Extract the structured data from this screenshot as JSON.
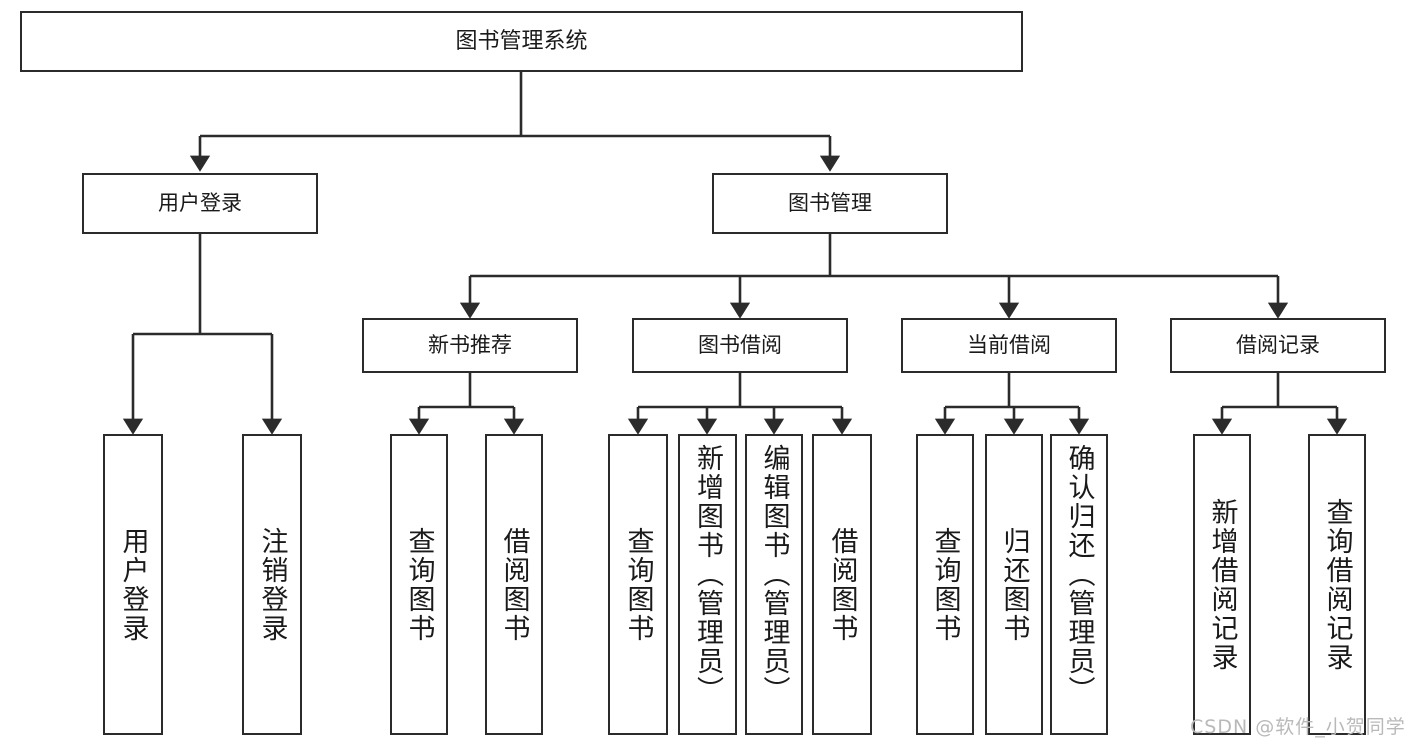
{
  "diagram": {
    "title": "图书管理系统",
    "type": "tree-hierarchy",
    "root": {
      "id": "root",
      "label": "图书管理系统"
    },
    "level2": [
      {
        "id": "user-login",
        "label": "用户登录"
      },
      {
        "id": "book-manage",
        "label": "图书管理"
      }
    ],
    "level3": [
      {
        "id": "new-book-recommend",
        "label": "新书推荐",
        "parent": "book-manage"
      },
      {
        "id": "book-borrow",
        "label": "图书借阅",
        "parent": "book-manage"
      },
      {
        "id": "current-borrow",
        "label": "当前借阅",
        "parent": "book-manage"
      },
      {
        "id": "borrow-record",
        "label": "借阅记录",
        "parent": "book-manage"
      }
    ],
    "leaves": [
      {
        "id": "leaf-user-login",
        "label": "用户登录",
        "parent": "user-login"
      },
      {
        "id": "leaf-user-logout",
        "label": "注销登录",
        "parent": "user-login"
      },
      {
        "id": "leaf-query-book-1",
        "label": "查询图书",
        "parent": "new-book-recommend"
      },
      {
        "id": "leaf-borrow-book-1",
        "label": "借阅图书",
        "parent": "new-book-recommend"
      },
      {
        "id": "leaf-query-book-2",
        "label": "查询图书",
        "parent": "book-borrow"
      },
      {
        "id": "leaf-add-book",
        "label": "新增图书（管理员）",
        "parent": "book-borrow"
      },
      {
        "id": "leaf-edit-book",
        "label": "编辑图书（管理员）",
        "parent": "book-borrow"
      },
      {
        "id": "leaf-borrow-book-2",
        "label": "借阅图书",
        "parent": "book-borrow"
      },
      {
        "id": "leaf-query-book-3",
        "label": "查询图书",
        "parent": "current-borrow"
      },
      {
        "id": "leaf-return-book",
        "label": "归还图书",
        "parent": "current-borrow"
      },
      {
        "id": "leaf-confirm-return",
        "label": "确认归还（管理员）",
        "parent": "current-borrow"
      },
      {
        "id": "leaf-add-record",
        "label": "新增借阅记录",
        "parent": "borrow-record"
      },
      {
        "id": "leaf-query-record",
        "label": "查询借阅记录",
        "parent": "borrow-record"
      }
    ],
    "colors": {
      "background": "#ffffff",
      "node_fill": "#ffffff",
      "node_stroke": "#2b2b2b",
      "edge_stroke": "#2b2b2b",
      "text": "#1a1a1a",
      "watermark": "#b9b9b9"
    }
  },
  "watermark": {
    "text": "CSDN @软件_小贺同学"
  }
}
